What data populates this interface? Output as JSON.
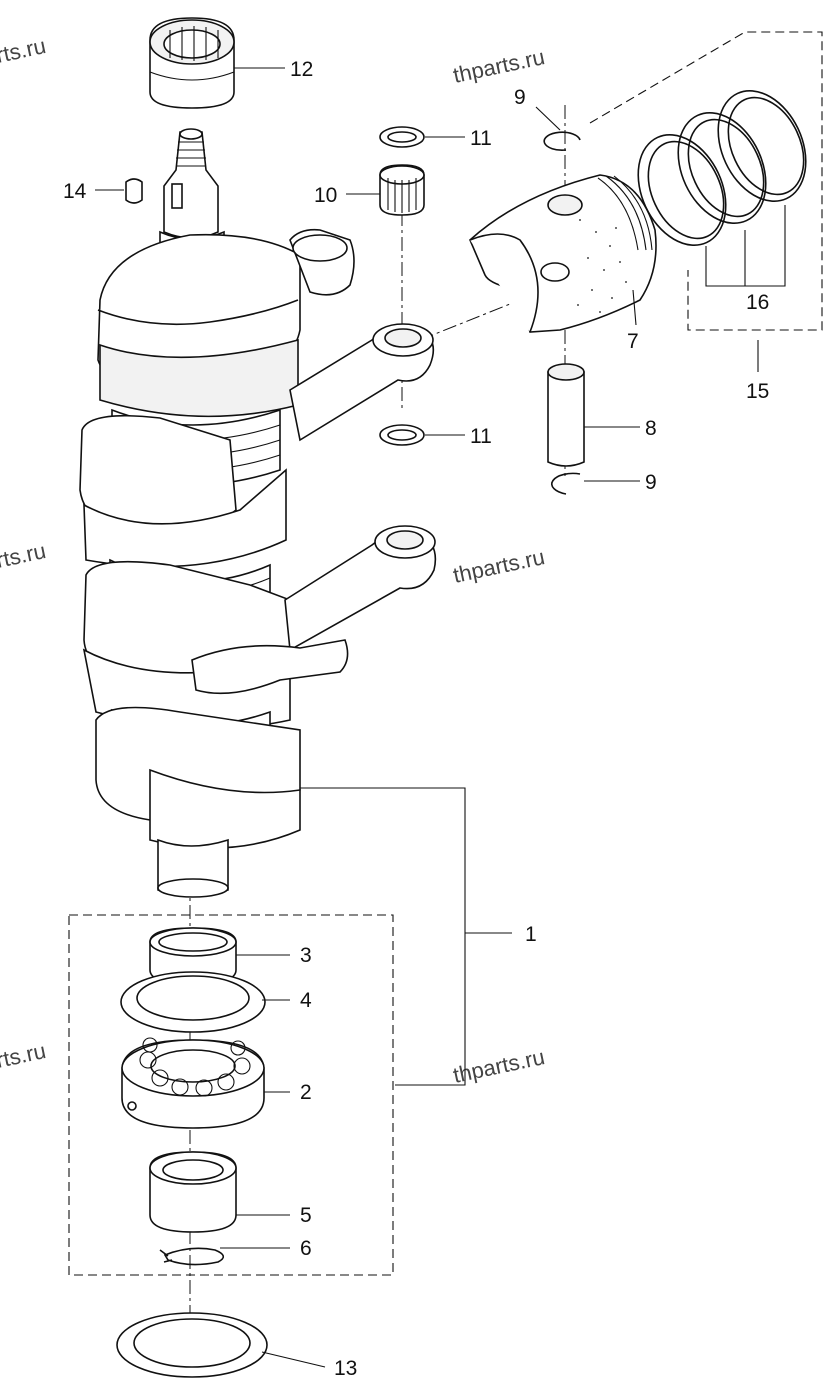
{
  "diagram": {
    "watermarks": [
      "rts.ru",
      "thparts.ru",
      "rts.ru",
      "thparts.ru",
      "rts.ru",
      "thparts.ru"
    ],
    "callouts": {
      "p1": "1",
      "p2": "2",
      "p3": "3",
      "p4": "4",
      "p5": "5",
      "p6": "6",
      "p7": "7",
      "p8": "8",
      "p9a": "9",
      "p9b": "9",
      "p10": "10",
      "p11a": "11",
      "p11b": "11",
      "p12": "12",
      "p13": "13",
      "p14": "14",
      "p15": "15",
      "p16": "16"
    }
  }
}
